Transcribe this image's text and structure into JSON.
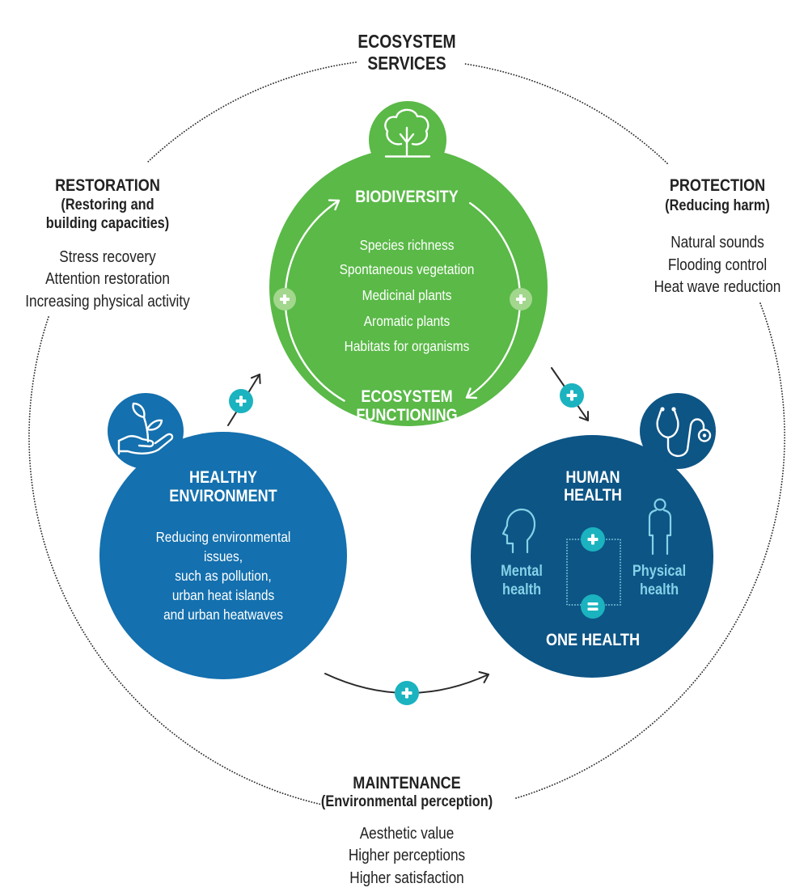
{
  "title_lines": [
    "ECOSYSTEM",
    "SERVICES"
  ],
  "colors": {
    "green": "#5ab947",
    "green_bubble": "#a2d78d",
    "blue": "#1470ae",
    "navy": "#0d5585",
    "teal": "#1bb3bf",
    "light_blue": "#86d1e8",
    "text_dark": "#222222"
  },
  "restoration": {
    "title": "RESTORATION",
    "subtitle_lines": [
      "(Restoring and",
      "building capacities)"
    ],
    "items": [
      "Stress recovery",
      "Attention restoration",
      "Increasing physical activity"
    ]
  },
  "protection": {
    "title": "PROTECTION",
    "subtitle_lines": [
      "(Reducing harm)"
    ],
    "items": [
      "Natural sounds",
      "Flooding control",
      "Heat wave reduction"
    ]
  },
  "maintenance": {
    "title": "MAINTENANCE",
    "subtitle_lines": [
      "(Environmental perception)"
    ],
    "items": [
      "Aesthetic value",
      "Higher perceptions",
      "Higher satisfaction"
    ]
  },
  "biodiversity": {
    "icon": "tree-icon",
    "title": "BIODIVERSITY",
    "items": [
      "Species richness",
      "Spontaneous vegetation",
      "Medicinal plants",
      "Aromatic plants",
      "Habitats for organisms"
    ],
    "footer_lines": [
      "ECOSYSTEM",
      "FUNCTIONING"
    ]
  },
  "healthy_environment": {
    "icon": "hand-plant-icon",
    "title_lines": [
      "HEALTHY",
      "ENVIRONMENT"
    ],
    "description_lines": [
      "Reducing environmental",
      "issues,",
      "such as pollution,",
      "urban heat islands",
      "and urban heatwaves"
    ]
  },
  "human_health": {
    "icon": "stethoscope-icon",
    "title_lines": [
      "HUMAN",
      "HEALTH"
    ],
    "mental": {
      "icon": "head-icon",
      "lines": [
        "Mental",
        "health"
      ]
    },
    "physical": {
      "icon": "body-icon",
      "lines": [
        "Physical",
        "health"
      ]
    },
    "operators": [
      "plus-icon",
      "equals-icon"
    ],
    "result": "ONE HEALTH"
  },
  "connectors": [
    {
      "from": "healthy_environment",
      "to": "biodiversity",
      "icon": "plus-icon"
    },
    {
      "from": "biodiversity",
      "to": "human_health",
      "icon": "plus-icon"
    },
    {
      "from": "healthy_environment",
      "to": "human_health",
      "icon": "plus-icon"
    }
  ],
  "cycle": {
    "from": "ecosystem_functioning",
    "to": "biodiversity",
    "icon": "plus-icon"
  }
}
